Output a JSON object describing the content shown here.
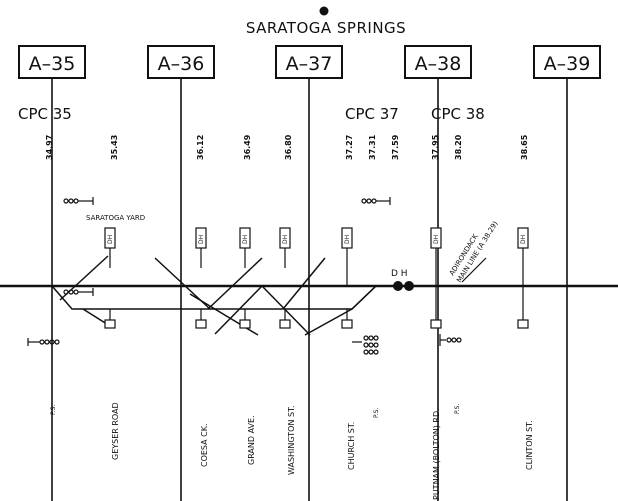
{
  "title": "SARATOGA SPRINGS",
  "signal_boxes": [
    {
      "id": "a35",
      "label": "A–35"
    },
    {
      "id": "a36",
      "label": "A–36"
    },
    {
      "id": "a37",
      "label": "A–37"
    },
    {
      "id": "a38",
      "label": "A–38"
    },
    {
      "id": "a39",
      "label": "A–39"
    }
  ],
  "control_points": [
    {
      "id": "cpc35",
      "label": "CPC  35"
    },
    {
      "id": "cpc37",
      "label": "CPC  37"
    },
    {
      "id": "cpc38",
      "label": "CPC  38"
    }
  ],
  "mileposts": [
    "34.97",
    "35.43",
    "36.12",
    "36.49",
    "36.80",
    "37.27",
    "37.31",
    "37.59",
    "37.95",
    "38.20",
    "38.65"
  ],
  "yard_label": "SARATOGA YARD",
  "branch_label_line1": "ADIRONDACK",
  "branch_label_line2": "MAIN LINE (A 38.29)",
  "device_label": "DH",
  "dh_markers": "D H",
  "ps_label": "P.S.",
  "streets": [
    "GEYSER ROAD",
    "COESA CK.",
    "GRAND AVE.",
    "WASHINGTON ST.",
    "CHURCH ST.",
    "PUTNAM (BOLTON) RD.",
    "CLINTON ST."
  ]
}
